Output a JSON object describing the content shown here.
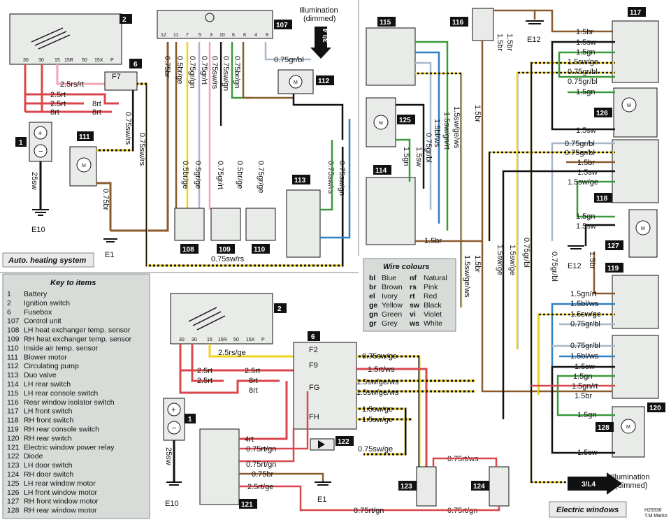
{
  "sections": {
    "heating_title": "Auto. heating system",
    "windows_title": "Electric windows"
  },
  "key": {
    "title": "Key to items",
    "items": [
      {
        "n": "1",
        "label": "Battery"
      },
      {
        "n": "2",
        "label": "Ignition switch"
      },
      {
        "n": "6",
        "label": "Fusebox"
      },
      {
        "n": "107",
        "label": "Control unit"
      },
      {
        "n": "108",
        "label": "LH heat exchanger temp. sensor"
      },
      {
        "n": "109",
        "label": "RH heat exchanger temp. sensor"
      },
      {
        "n": "110",
        "label": "Inside air temp. sensor"
      },
      {
        "n": "111",
        "label": "Blower motor"
      },
      {
        "n": "112",
        "label": "Circulating pump"
      },
      {
        "n": "113",
        "label": "Duo valve"
      },
      {
        "n": "114",
        "label": "LH rear switch"
      },
      {
        "n": "115",
        "label": "LH rear console switch"
      },
      {
        "n": "116",
        "label": "Rear window isolator switch"
      },
      {
        "n": "117",
        "label": "LH front switch"
      },
      {
        "n": "118",
        "label": "RH front switch"
      },
      {
        "n": "119",
        "label": "RH rear console switch"
      },
      {
        "n": "120",
        "label": "RH rear switch"
      },
      {
        "n": "121",
        "label": "Electric window power relay"
      },
      {
        "n": "122",
        "label": "Diode"
      },
      {
        "n": "123",
        "label": "LH door switch"
      },
      {
        "n": "124",
        "label": "RH door switch"
      },
      {
        "n": "125",
        "label": "LH rear window motor"
      },
      {
        "n": "126",
        "label": "LH front window motor"
      },
      {
        "n": "127",
        "label": "RH front window motor"
      },
      {
        "n": "128",
        "label": "RH rear window motor"
      }
    ]
  },
  "wire_colours": {
    "title": "Wire colours",
    "left": [
      {
        "code": "bl",
        "name": "Blue"
      },
      {
        "code": "br",
        "name": "Brown"
      },
      {
        "code": "el",
        "name": "Ivory"
      },
      {
        "code": "ge",
        "name": "Yellow"
      },
      {
        "code": "gn",
        "name": "Green"
      },
      {
        "code": "gr",
        "name": "Grey"
      }
    ],
    "right": [
      {
        "code": "nf",
        "name": "Natural"
      },
      {
        "code": "rs",
        "name": "Pink"
      },
      {
        "code": "rt",
        "name": "Red"
      },
      {
        "code": "sw",
        "name": "Black"
      },
      {
        "code": "vi",
        "name": "Violet"
      },
      {
        "code": "ws",
        "name": "White"
      }
    ]
  },
  "illumination": {
    "top_line1": "Illumination",
    "top_line2": "(dimmed)",
    "top_ref": "3/L4",
    "bottom_line1": "Illumination",
    "bottom_line2": "(dimmed)",
    "bottom_ref": "3/L4"
  },
  "grounds": {
    "e10_top": "E10",
    "e1_top": "E1",
    "e12_top": "E12",
    "e12_mid": "E12",
    "e10_bot": "E10",
    "e1_bot": "E1"
  },
  "component_numbers": {
    "c2a": "2",
    "c6a": "6",
    "c1a": "1",
    "c111": "111",
    "c107": "107",
    "c112": "112",
    "c113": "113",
    "c108": "108",
    "c109": "109",
    "c110": "110",
    "c115": "115",
    "c116": "116",
    "c117": "117",
    "c125": "125",
    "c126": "126",
    "c114": "114",
    "c118": "118",
    "c127": "127",
    "c119": "119",
    "c120": "120",
    "c128": "128",
    "c2b": "2",
    "c6b": "6",
    "c1b": "1",
    "c121": "121",
    "c122": "122",
    "c123": "123",
    "c124": "124"
  },
  "fuses": {
    "f7": "F7",
    "f2": "F2",
    "f9": "F9",
    "fg": "FG",
    "fh": "FH"
  },
  "ignition_terminals": [
    "30",
    "30",
    "15",
    "15R",
    "50",
    "15X",
    "P"
  ],
  "control_unit_pins": [
    "12",
    "11",
    "7",
    "5",
    "3",
    "10",
    "6",
    "8",
    "4",
    "9"
  ],
  "wire_labels_top": {
    "w1": "2.5rs/rt",
    "w2": "2.5rt",
    "w3": "2.5rt",
    "w4": "8rt",
    "w5": "8rt",
    "w6": "8rt",
    "w7": "0.75sw/rs",
    "w8": "0.75sw/rs",
    "w9": "25sw",
    "w10": "0.75br",
    "w11": "0.75br",
    "w12": "0.5br/ge",
    "w13": "0.75gr/gn",
    "w14": "0.75gr/rt",
    "w15": "0.75sw/rs",
    "w16": "0.75sw/gn",
    "w17": "0.75br/gn",
    "w18": "0.75gr/bl",
    "w19": "0.5br/ge",
    "w20": "0.5gr/ge",
    "w21": "0.75gr/rt",
    "w22": "0.5br/ge",
    "w23": "0.75gr/ge",
    "w24": "0.75sw/rs",
    "w25": "0.75sw/gn",
    "w26": "0.75sw/rs"
  },
  "wire_labels_right": {
    "r1": "1.5br",
    "r2": "1.5sw",
    "r3": "1.5gn",
    "r4": "1.5sw/ge",
    "r5": "0.75gr/bl",
    "r6": "0.75gr/bl",
    "r7": "1.5gn",
    "r8": "1.5sw",
    "r9": "0.75gr/bl",
    "r10": "0.75gr/bl",
    "r11": "1.5br",
    "r12": "1.5sw",
    "r13": "1.5sw/ge",
    "r14": "1.5gn",
    "r15": "1.5sw",
    "r16": "1.5gn/rt",
    "r17": "1.5bl/ws",
    "r18": "1.5sw/ge",
    "r19": "0.75gr/bl",
    "r20": "0.75gr/bl",
    "r21": "1.5bl/ws",
    "r22": "1.5sw",
    "r23": "1.5gn",
    "r24": "1.5gn/rt",
    "r25": "1.5br",
    "r26": "1.5gn",
    "r27": "1.5sw",
    "r28": "1.5br",
    "r29": "1.5br",
    "r30": "1.5br",
    "r31": "1.5sw/gn/rt",
    "r32": "1.5bl/ws",
    "r33": "0.75gr/bl",
    "r34": "1.5sw/ge/ws",
    "r35": "1.5br",
    "r36": "1.5sw/ge",
    "r37": "1.5sw/ge",
    "r38": "0.75gr/bl",
    "r39": "0.75gr/bl",
    "r40": "1.5br",
    "r41": "1.5sw/ge/ws",
    "r42": "1.5gn",
    "r43": "1.5sw",
    "r44": "1.5br"
  },
  "wire_labels_bottom": {
    "b1": "2.5rs/ge",
    "b2": "2.5rt",
    "b3": "2.5rt",
    "b4": "2.5rt",
    "b5": "8rt",
    "b6": "8rt",
    "b7": "25sw",
    "b8": "0.75sw/ge",
    "b9": "1.5rt/ws",
    "b10": "1.5sw/ge/ws",
    "b11": "1.5sw/ge/ws",
    "b12": "1.5sw/ge",
    "b13": "1.5sw/ge",
    "b14": "4rt",
    "b15": "0.75rt/gn",
    "b16": "0.75sw/ge",
    "b17": "0.75rt/gn",
    "b18": "0.75br",
    "b19": "2.5rt/ge",
    "b20": "0.75rt/ws",
    "b21": "0.75rt/gn",
    "b22": "0.75rt/gn"
  },
  "credit": {
    "line1": "H29330",
    "line2": "T.M.Marko"
  },
  "colors": {
    "red": "#d9474d",
    "black": "#111111",
    "brown": "#8a5a2b",
    "green": "#3a9a3a",
    "blue": "#2f7fc4",
    "grey": "#a8b8c8",
    "yellow": "#f2d21b",
    "pink": "#f0a6b4",
    "panel": "#d8dcd8",
    "box": "#e8ebe8"
  }
}
